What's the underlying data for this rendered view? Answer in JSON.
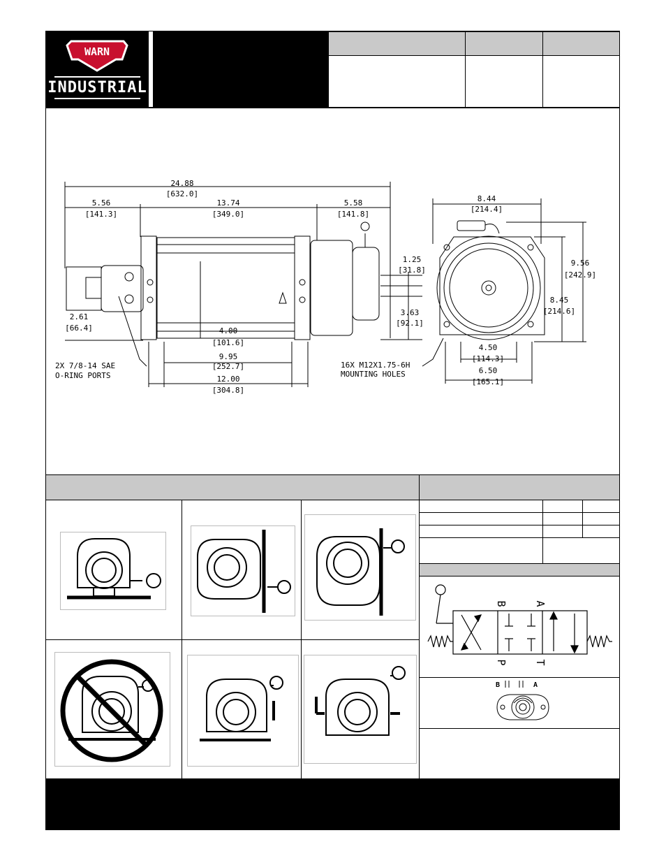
{
  "brand": {
    "logo_name": "WARN",
    "logo_word": "INDUSTRIAL"
  },
  "drawing": {
    "dims": {
      "overall": "24.88",
      "overall_mm": "[632.0]",
      "left": "5.56",
      "left_mm": "[141.3]",
      "mid": "13.74",
      "mid_mm": "[349.0]",
      "right": "5.58",
      "right_mm": "[141.8]",
      "off1": "1.25",
      "off1_mm": "[31.8]",
      "off2": "3.63",
      "off2_mm": "[92.1]",
      "height_low": "2.61",
      "height_low_mm": "[66.4]",
      "drum": "4.00",
      "drum_mm": "[101.6]",
      "bolt1": "9.95",
      "bolt1_mm": "[252.7]",
      "bolt2": "12.00",
      "bolt2_mm": "[304.8]",
      "width": "8.44",
      "width_mm": "[214.4]",
      "h_total": "9.56",
      "h_total_mm": "[242.9]",
      "h_mid": "8.45",
      "h_mid_mm": "[214.6]",
      "base1": "4.50",
      "base1_mm": "[114.3]",
      "base2": "6.50",
      "base2_mm": "[165.1]"
    },
    "note_ports_1": "2X 7/8-14 SAE",
    "note_ports_2": "O-RING PORTS",
    "note_holes_1": "16X M12X1.75-6H",
    "note_holes_2": "MOUNTING HOLES"
  },
  "valve": {
    "label_b": "B",
    "label_a": "A",
    "label_p": "P",
    "label_t": "T"
  },
  "motor": {
    "label_b": "B",
    "label_a": "A"
  }
}
